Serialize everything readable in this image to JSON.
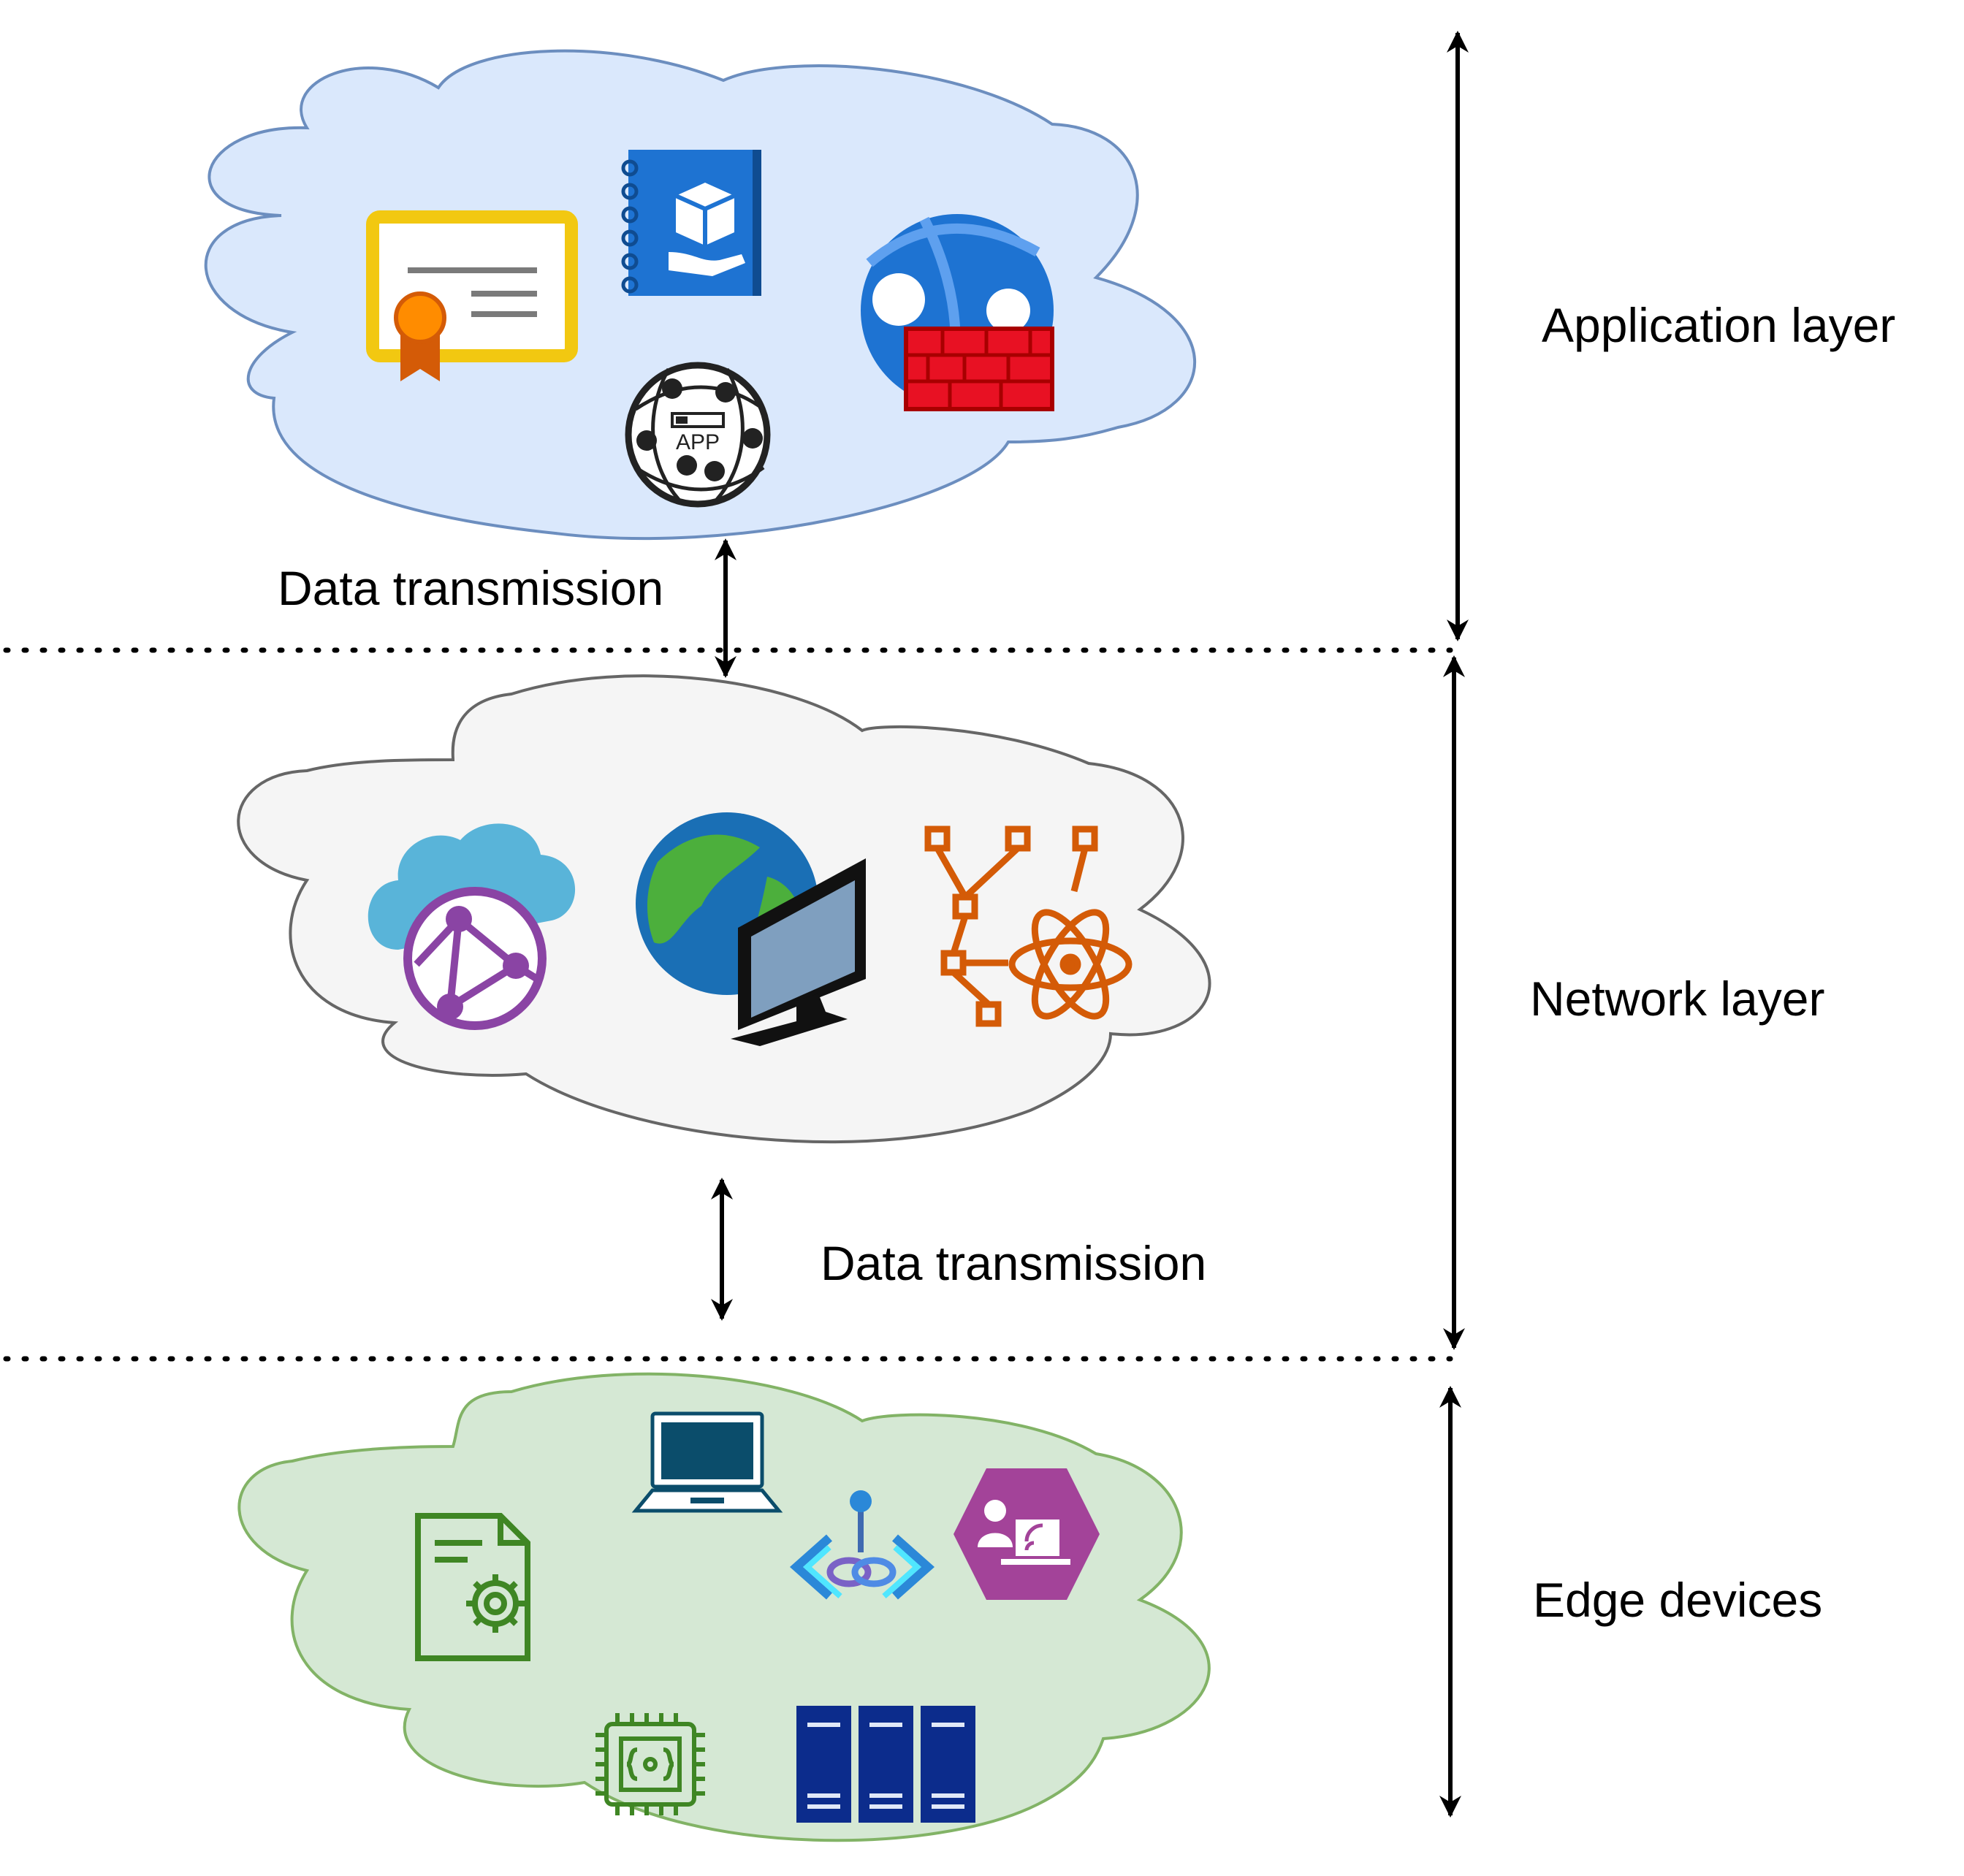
{
  "layers": [
    {
      "label": "Application layer",
      "cloud_fill": "#dae8fc",
      "cloud_stroke": "#6c8ebf"
    },
    {
      "label": "Network layer",
      "cloud_fill": "#f5f5f5",
      "cloud_stroke": "#666666"
    },
    {
      "label": "Edge devices",
      "cloud_fill": "#d5e8d4",
      "cloud_stroke": "#82b366"
    }
  ],
  "transmissions": [
    {
      "label": "Data transmission"
    },
    {
      "label": "Data transmission"
    }
  ],
  "icons": {
    "application": [
      "certificate-icon",
      "blueprint-book-icon",
      "web-firewall-icon",
      "app-network-icon"
    ],
    "network": [
      "cloud-network-icon",
      "globe-monitor-icon",
      "network-atom-icon"
    ],
    "edge": [
      "config-file-icon",
      "laptop-icon",
      "api-link-icon",
      "iot-hub-icon",
      "chip-icon",
      "server-rack-icon"
    ]
  },
  "colors": {
    "arrow": "#000000",
    "divider": "#000000",
    "azure_blue": "#1e73d2",
    "orange": "#d45b07",
    "purple": "#8a44a4",
    "green": "#3f8624",
    "navy": "#0c2c8c"
  }
}
